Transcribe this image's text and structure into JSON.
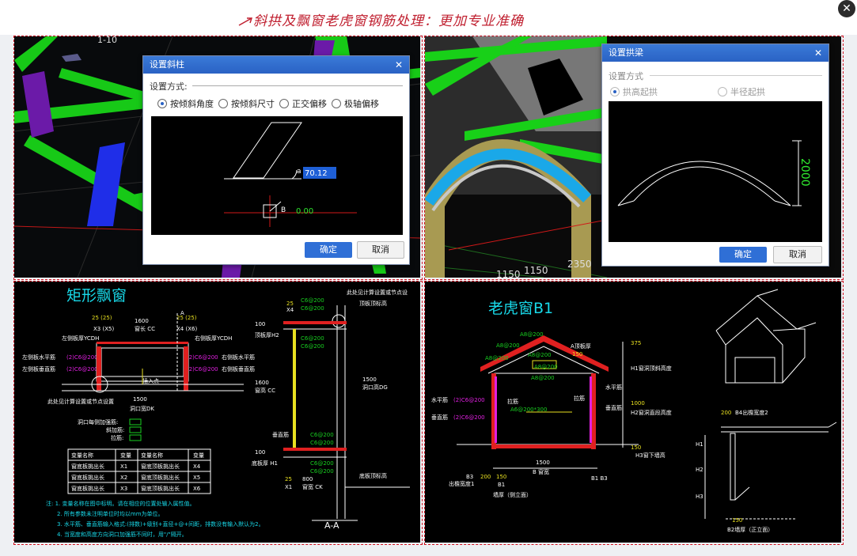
{
  "banner": {
    "title": "斜拱及飘窗老虎窗钢筋处理：更加专业准确"
  },
  "q1": {
    "label_top": "1-10",
    "dialog": {
      "title": "设置斜柱",
      "group": "设置方式:",
      "options": [
        "按倾斜角度",
        "按倾斜尺寸",
        "正交偏移",
        "极轴偏移"
      ],
      "selected_index": 0,
      "angle_a_symbol": "a",
      "angle_a_value": "70.12",
      "angle_b_symbol": "B",
      "angle_b_value": "0.00",
      "ok": "确定",
      "cancel": "取消"
    }
  },
  "q2": {
    "dims": [
      "1150",
      "1150",
      "2350"
    ],
    "dialog": {
      "title": "设置拱梁",
      "group": "设置方式",
      "options": [
        "拱高起拱",
        "半径起拱"
      ],
      "selected_index": 0,
      "height_dim": "2000",
      "ok": "确定",
      "cancel": "取消"
    }
  },
  "q3": {
    "title": "矩形飘窗",
    "top_note": "此处见计算设置或节点设",
    "labels": {
      "l1": "25 (25)",
      "l2": "X3 (X5)",
      "l3": "1600",
      "l4": "窗长 CC",
      "l5": "25 (25)",
      "l6": "X4 (X6)",
      "left_thick": "左侧板厚YCDH",
      "right_thick": "右侧板厚YCDH",
      "lh": "左侧板水平筋",
      "lh_v": "(2)C6@200",
      "lv": "左侧板垂直筋",
      "lv_v": "(2)C6@200",
      "rh_v": "(2)C6@200",
      "rh": "右侧板水平筋",
      "rv_v": "(2)C6@200",
      "rv": "右侧板垂直筋",
      "insert": "插入点",
      "w1500": "1500",
      "dk": "洞口宽DK",
      "note2": "此处见计算设置或节点设置",
      "a_mark": "A",
      "reinf1": "洞口每侧加强筋:",
      "reinf2": "斜加筋:",
      "reinf3": "拉筋:",
      "sec_top": "顶板厚H2",
      "sec_bot": "底板厚 H1",
      "sec_1600": "1600",
      "sec_cc": "窗高 CC",
      "sec_1500": "1500",
      "sec_dg": "洞口高DG",
      "sec_top_note": "顶板顶标高",
      "sec_bot_note": "底板顶标高",
      "sec_25a": "25",
      "sec_x4": "X4",
      "sec_100a": "100",
      "sec_100b": "100",
      "sec_25b": "25",
      "sec_x1": "X1",
      "sec_800": "800",
      "sec_ck": "窗宽 CK",
      "sec_name": "A-A",
      "sec_c1": "C6@200",
      "sec_c2": "C6@200",
      "sec_c3": "C6@200",
      "sec_c4": "C6@200",
      "sec_c5": "C6@200",
      "sec_c6": "C6@200",
      "sec_c7": "C6@200",
      "sec_c8": "C6@200",
      "sec_bar": "垂直筋"
    },
    "table": {
      "headers": [
        "变量名称",
        "变量",
        "变量名称",
        "变量"
      ],
      "rows": [
        [
          "窗底板挑出长",
          "X1",
          "窗底顶板挑出长",
          "X4"
        ],
        [
          "窗底板挑出长",
          "X2",
          "窗底顶板挑出长",
          "X5"
        ],
        [
          "窗底板挑出长",
          "X3",
          "窗底顶板挑出长",
          "X6"
        ]
      ]
    },
    "notes": [
      "注: 1. 变量名称在图中标明。请在相应的位置处输入属性值。",
      "2. 所有参数未注明单位时均以mm为单位。",
      "3. 水平筋、垂直筋输入格式:(排数)+级别+直径+@+间距，排数没有输入默认为2。",
      "4. 当宽度和高度方向洞口加强筋不同时，用\"/\"隔开。"
    ]
  },
  "q4": {
    "title": "老虎窗B1",
    "labels": {
      "a1": "A8@200",
      "a2": "A8@200",
      "a3": "A8@200",
      "a4": "A8@200",
      "a5": "A8@200",
      "a6": "A8@200",
      "top_thick": "A顶板厚",
      "dim150": "150",
      "dim375": "375",
      "h1_note": "H1窗洞顶斜高度",
      "hbar": "水平筋",
      "hbar_v": "(2)C6@200",
      "vbar": "垂直筋",
      "vbar_v": "(2)C6@200",
      "tie": "拉筋",
      "tie_v": "A6@200*300",
      "tie_r": "拉筋",
      "hbar_r": "水平筋",
      "vbar_r": "垂直筋",
      "dim1000": "1000",
      "h2_note": "H2窗洞直段高度",
      "dim150b": "150",
      "h3_note": "H3窗下墙高",
      "dim1500": "1500",
      "b": "B 窗宽",
      "b3": "B3",
      "d200a": "200",
      "d150": "150",
      "b1": "B1",
      "b1b3": "B1 B3",
      "b3_note": "出檐宽度1",
      "wall": "墙厚（侧立面）",
      "d200b": "200",
      "b4": "B4出檐宽度2",
      "h1": "H1",
      "h2": "H2",
      "h3": "H3",
      "d150c": "150",
      "b2": "B2墙厚（正立面）"
    }
  },
  "colors": {
    "accent": "#2f6fd6",
    "cyan": "#18d8e8",
    "yellow": "#e8e020",
    "green": "#18d020",
    "magenta": "#e020e0",
    "red": "#e02020"
  }
}
